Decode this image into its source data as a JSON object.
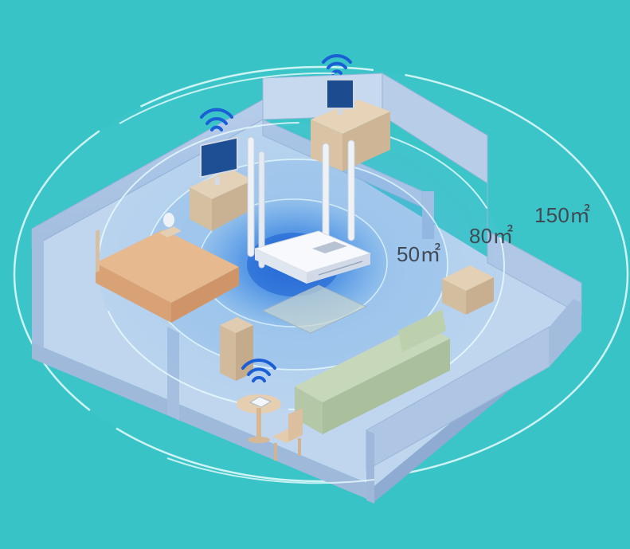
{
  "coverage": {
    "inner": "50㎡",
    "middle": "80㎡",
    "outer": "150㎡"
  },
  "colors": {
    "background": "#38c3c6",
    "floor": "#b9d2ec",
    "wall": "#a9c2e2",
    "coverage_core": "#1f6fd8",
    "router": "#f4f7fb",
    "wifi_icon": "#1a5fd6",
    "ring": "#e8fbfd"
  },
  "icons": [
    "wifi-icon",
    "router-icon",
    "monitor-icon",
    "bed-icon",
    "sofa-icon",
    "table-icon",
    "chair-icon",
    "lamp-icon"
  ]
}
